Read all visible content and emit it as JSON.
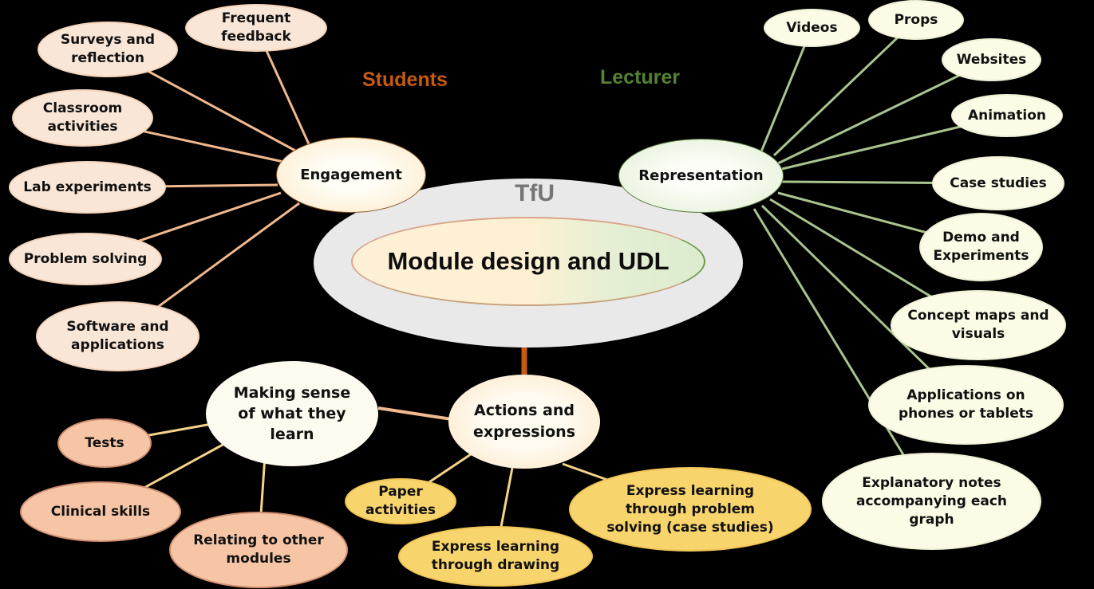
{
  "colors": {
    "background": "#000000",
    "students": "#c55a11",
    "lecturer": "#548235",
    "engagement_links": "#f1b98f",
    "representation_links": "#a9c48e",
    "making_sense_links": "#f5d28a",
    "actions_links": "#f5d28a",
    "tfu_text": "#757575"
  },
  "labels": {
    "students": "Students",
    "lecturer": "Lecturer",
    "tfu": "TfU",
    "core": "Module design and UDL"
  },
  "hubs": {
    "engagement": "Engagement",
    "representation": "Representation",
    "actions": [
      "Actions and",
      "expressions"
    ],
    "making_sense": [
      "Making sense",
      "of what they",
      "learn"
    ]
  },
  "engagement_items": [
    [
      "Frequent",
      "feedback"
    ],
    [
      "Surveys and",
      "reflection"
    ],
    [
      "Classroom",
      "activities"
    ],
    [
      "Lab experiments"
    ],
    [
      "Problem solving"
    ],
    [
      "Software and",
      "applications"
    ]
  ],
  "representation_items": [
    [
      "Videos"
    ],
    [
      "Props"
    ],
    [
      "Websites"
    ],
    [
      "Animation"
    ],
    [
      "Case studies"
    ],
    [
      "Demo and",
      "Experiments"
    ],
    [
      "Concept maps and",
      "visuals"
    ],
    [
      "Applications on",
      "phones or tablets"
    ],
    [
      "Explanatory notes",
      "accompanying each",
      "graph"
    ]
  ],
  "making_sense_items": [
    [
      "Tests"
    ],
    [
      "Clinical skills"
    ],
    [
      "Relating to other",
      "modules"
    ]
  ],
  "actions_items": [
    [
      "Paper",
      "activities"
    ],
    [
      "Express learning",
      "through drawing"
    ],
    [
      "Express learning",
      "through problem",
      "solving (case studies)"
    ]
  ]
}
